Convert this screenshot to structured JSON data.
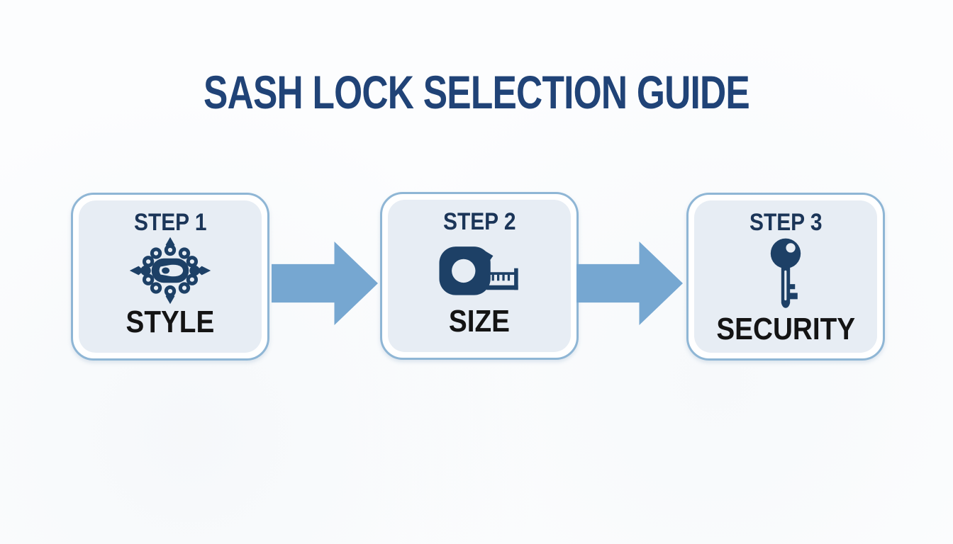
{
  "title": {
    "text": "SASH LOCK SELECTION GUIDE",
    "color": "#204377"
  },
  "steps": [
    {
      "step_label": "STEP 1",
      "name": "STYLE",
      "icon": "ornament-icon"
    },
    {
      "step_label": "STEP 2",
      "name": "SIZE",
      "icon": "tape-measure-icon"
    },
    {
      "step_label": "STEP 3",
      "name": "SECURITY",
      "icon": "key-icon"
    }
  ],
  "colors": {
    "title_navy": "#204377",
    "step_text_navy": "#1b3558",
    "name_text_black": "#141414",
    "icon_navy": "#1d4066",
    "card_fill": "#e7edf4",
    "card_border": "#8fb6d5",
    "arrow_blue": "#76a7d1",
    "background": "#fcfdfe"
  }
}
